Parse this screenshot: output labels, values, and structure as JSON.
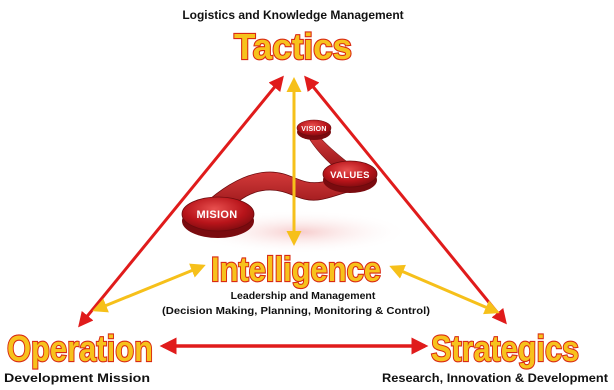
{
  "top": {
    "caption": "Logistics and Knowledge Management",
    "title": "Tactics"
  },
  "center": {
    "title": "Intelligence",
    "line1": "Leadership and Management",
    "line2": "(Decision Making, Planning, Monitoring & Control)"
  },
  "left": {
    "title": "Operation",
    "caption": "Development Mission"
  },
  "right": {
    "title": "Strategics",
    "caption": "Research, Innovation & Development"
  },
  "model": {
    "mission": "MISION",
    "values": "VALUES",
    "vision": "VISION"
  },
  "colors": {
    "red_arrow": "#e01b1b",
    "yellow_arrow": "#f6c01a",
    "title_fill": "#f7c21c",
    "title_stroke": "#d92a12",
    "badge": "#b8141a"
  }
}
